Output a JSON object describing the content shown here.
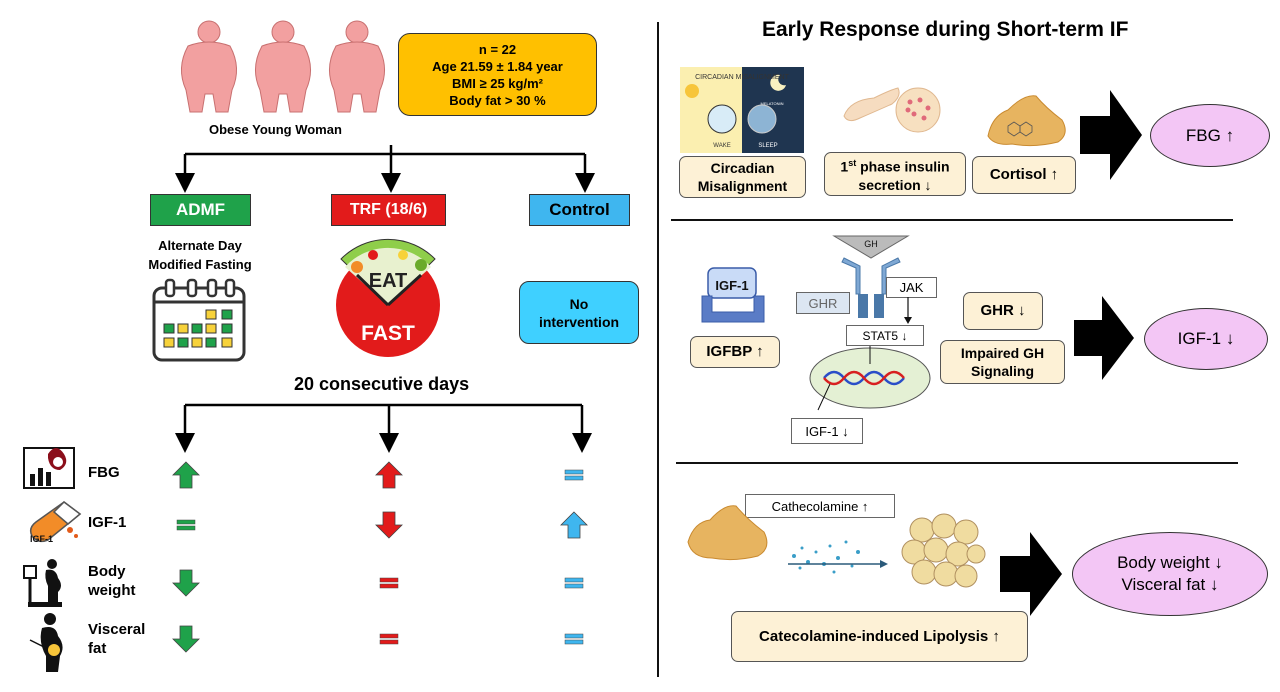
{
  "left": {
    "population_label": "Obese Young Woman",
    "stats": [
      "n = 22",
      "Age 21.59 ± 1.84 year",
      "BMI ≥ 25 kg/m²",
      "Body fat > 30 %"
    ],
    "groups": [
      {
        "name": "ADMF",
        "color": "#1fa24a"
      },
      {
        "name": "TRF (18/6)",
        "color": "#e21b1b"
      },
      {
        "name": "Control",
        "color": "#3fb6ef"
      }
    ],
    "admf_desc": "Alternate Day Modified Fasting",
    "eat_text": "EAT",
    "fast_text": "FAST",
    "control_desc": "No intervention",
    "duration": "20 consecutive days",
    "outcomes": [
      {
        "label": "FBG",
        "results": [
          "up",
          "up",
          "equal"
        ]
      },
      {
        "label": "IGF-1",
        "results": [
          "equal",
          "down",
          "up"
        ]
      },
      {
        "label": "Body weight",
        "results": [
          "down",
          "equal",
          "equal"
        ]
      },
      {
        "label": "Visceral fat",
        "results": [
          "down",
          "equal",
          "equal"
        ]
      }
    ],
    "icon_igf_text": "IGF-1"
  },
  "right": {
    "title": "Early Response during Short-term IF",
    "row1": {
      "img_text_top": "CIRCADIAN MISALIGNMENT",
      "img_wake": "WAKE",
      "img_sleep": "SLEEP",
      "img_melatonin": "MELATONIN",
      "boxes": [
        "Circadian Misalignment",
        "1st phase insulin secretion ↓",
        "Cortisol ↑"
      ],
      "result": "FBG ↑"
    },
    "row2": {
      "igf1_label": "IGF-1",
      "igfbp": "IGFBP ↑",
      "gh": "GH",
      "ghr": "GHR",
      "jak": "JAK",
      "stat5": "STAT5 ↓",
      "igf1_small": "IGF-1 ↓",
      "ghr_down": "GHR ↓",
      "impaired": "Impaired GH Signaling",
      "result": "IGF-1 ↓"
    },
    "row3": {
      "catecholamine": "Cathecolamine ↑",
      "lipolysis": "Catecolamine-induced Lipolysis ↑",
      "result_line1": "Body weight ↓",
      "result_line2": "Visceral fat ↓"
    }
  },
  "colors": {
    "up_green": "#1fa24a",
    "down_green": "#1fa24a",
    "red": "#e21b1b",
    "blue": "#3fb6ef",
    "stats_bg": "#ffc000",
    "cream": "#fdf1d6",
    "pink": "#f3c6f5",
    "figure": "#f2a0a0"
  }
}
